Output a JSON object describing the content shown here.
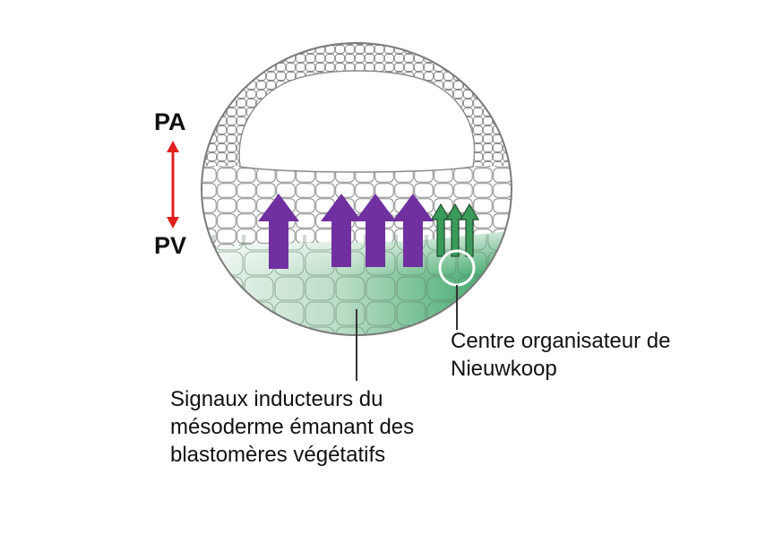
{
  "axis": {
    "top_label": "PA",
    "bottom_label": "PV",
    "arrow_color": "#e0201c"
  },
  "labels": {
    "nieuwkoop_line1": "Centre organisateur de",
    "nieuwkoop_line2": "Nieuwkoop",
    "signals_line1": "Signaux inducteurs du",
    "signals_line2": "mésoderme émanant des",
    "signals_line3": "blastomères végétatifs"
  },
  "colors": {
    "mesoderm_signal_arrows": "#7030a0",
    "organizer_arrows": "#3a9a5a",
    "vegetal_green": "#3fa86a",
    "cell_outline": "#8a8a8a",
    "organizer_circle": "#ffffff"
  }
}
